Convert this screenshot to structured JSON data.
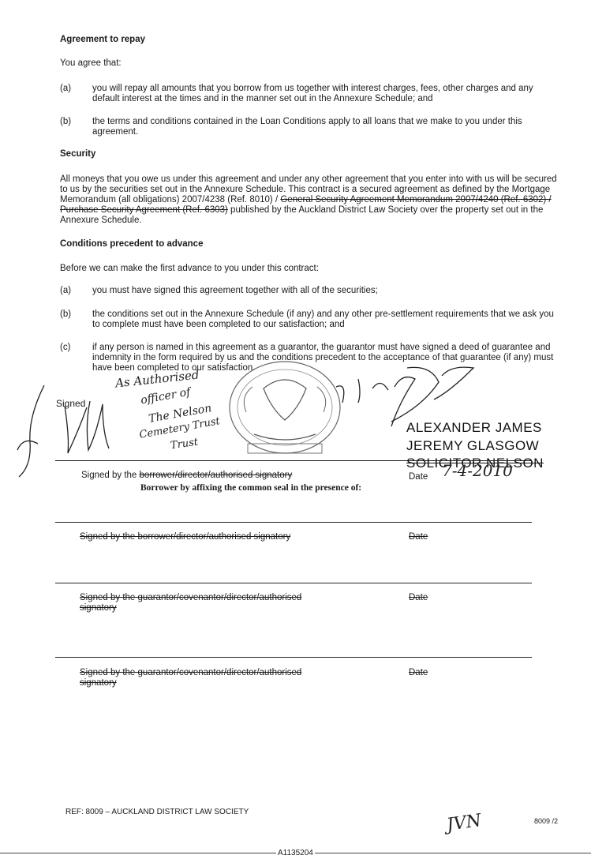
{
  "agreement": {
    "heading": "Agreement to repay",
    "intro": "You agree that:",
    "a_label": "(a)",
    "a_text": "you will repay all amounts that you borrow from us together with interest charges, fees, other charges and any default interest at the times and in the manner set out in the Annexure Schedule; and",
    "b_label": "(b)",
    "b_text": "the terms and conditions contained in the Loan Conditions apply to all loans that we make to you under this agreement."
  },
  "security": {
    "heading": "Security",
    "text_1": "All moneys that you owe us under this agreement and under any other agreement that you enter into with us will be secured to us by the securities set out in the Annexure Schedule. This contract is a secured agreement as defined by the Mortgage Memorandum (all obligations) 2007/4238 (Ref. 8010) / ",
    "struck": "General Security Agreement Memorandum 2007/4240 (Ref. 6302) / Purchase Security Agreement (Ref. 6303)",
    "text_2": " published by the Auckland District Law Society over the property set out in the Annexure Schedule."
  },
  "conditions": {
    "heading": "Conditions precedent to advance",
    "intro": "Before we can make the first advance to you under this contract:",
    "a_label": "(a)",
    "a_text": "you must have signed this agreement together with all of the securities;",
    "b_label": "(b)",
    "b_text": "the conditions set out in the Annexure Schedule (if any) and any other pre-settlement requirements that we ask you to complete must have been completed to our satisfaction; and",
    "c_label": "(c)",
    "c_text": "if any person is named in this agreement as a guarantor, the guarantor must have signed a deed of guarantee and indemnity in the form required by us and the conditions precedent to the acceptance of that guarantee (if any) must have been completed to our satisfaction."
  },
  "signing": {
    "signed_word": "Signed",
    "handwriting_1": "As Authorised",
    "handwriting_2": "officer of",
    "handwriting_3": "The Nelson",
    "handwriting_4": "Cemetery Trust",
    "handwriting_5": "Trust",
    "stamp_line_1": "ALEXANDER JAMES",
    "stamp_line_2": "JEREMY GLASGOW",
    "stamp_line_3": "SOLICITOR NELSON",
    "block1_prefix": "Signed by the ",
    "block1_struck": "borrower/director/authorised signatory",
    "block1_date_label": "Date",
    "block1_date_value": "7-4-2010",
    "block1_seal_text": "Borrower by affixing the common seal in the presence of:",
    "block2_label": "Signed by the borrower/director/authorised signatory",
    "block2_date_label": "Date",
    "block3_label": "Signed by the guarantor/covenantor/director/authorised signatory",
    "block3_date_label": "Date",
    "block4_label": "Signed by the guarantor/covenantor/director/authorised signatory",
    "block4_date_label": "Date"
  },
  "footer": {
    "ref": "REF: 8009 – AUCKLAND DISTRICT LAW SOCIETY",
    "initials": "JVN",
    "page_code": "8009 /2",
    "doc_number": "A1135204"
  }
}
